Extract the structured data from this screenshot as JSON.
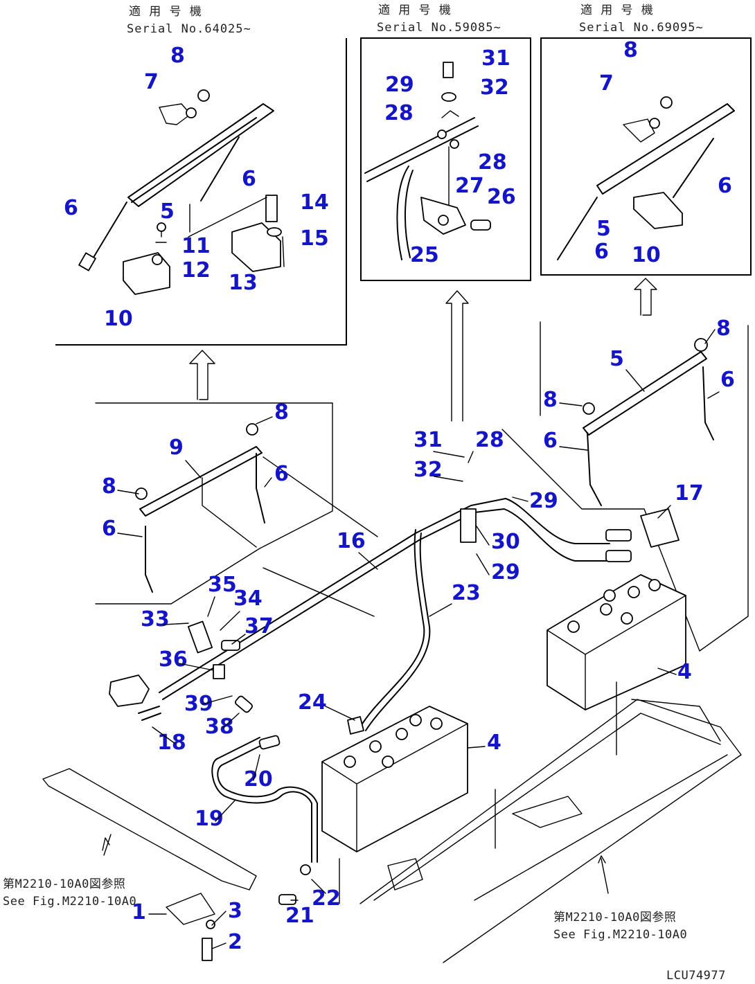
{
  "headers": {
    "left": {
      "jp": "適 用 号 機",
      "serial": "Serial No.64025~"
    },
    "middle": {
      "jp": "適 用 号 機",
      "serial": "Serial No.59085~"
    },
    "right": {
      "jp": "適 用 号 機",
      "serial": "Serial No.69095~"
    }
  },
  "references": {
    "left": {
      "jp": "第M2210-10A0図参照",
      "en": "See Fig.M2210-10A0"
    },
    "right": {
      "jp": "第M2210-10A0図参照",
      "en": "See Fig.M2210-10A0"
    }
  },
  "figure_code": "LCU74977",
  "callouts": {
    "inset_left": [
      "8",
      "7",
      "6",
      "6",
      "5",
      "14",
      "11",
      "15",
      "12",
      "13",
      "10"
    ],
    "inset_middle": [
      "31",
      "29",
      "32",
      "28",
      "28",
      "27",
      "26",
      "25"
    ],
    "inset_right": [
      "8",
      "7",
      "6",
      "5",
      "6",
      "10"
    ],
    "main": [
      "8",
      "5",
      "6",
      "8",
      "6",
      "8",
      "9",
      "6",
      "8",
      "6",
      "31",
      "28",
      "32",
      "29",
      "17",
      "16",
      "30",
      "29",
      "23",
      "35",
      "34",
      "33",
      "37",
      "36",
      "4",
      "39",
      "38",
      "18",
      "24",
      "4",
      "20",
      "19",
      "21",
      "22",
      "1",
      "3",
      "2"
    ]
  }
}
